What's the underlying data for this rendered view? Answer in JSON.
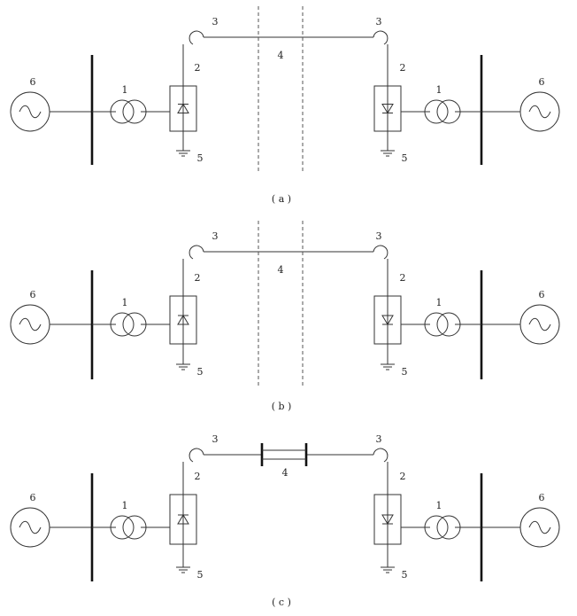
{
  "panels": [
    {
      "caption": "( a )",
      "labels": {
        "transformer": "1",
        "converter": "2",
        "reactor": "3",
        "line": "4",
        "ground": "5",
        "generator": "6"
      },
      "line_type": "overhead"
    },
    {
      "caption": "( b )",
      "labels": {
        "transformer": "1",
        "converter": "2",
        "reactor": "3",
        "line": "4",
        "ground": "5",
        "generator": "6"
      },
      "line_type": "overhead"
    },
    {
      "caption": "( c )",
      "labels": {
        "transformer": "1",
        "converter": "2",
        "reactor": "3",
        "line": "4",
        "ground": "5",
        "generator": "6"
      },
      "line_type": "back-to-back"
    }
  ],
  "colors": {
    "stroke": "#333333",
    "bus": "#111111",
    "background": "#ffffff"
  },
  "icons": [
    "generator-icon",
    "transformer-icon",
    "rectifier-icon",
    "inverter-icon",
    "smoothing-reactor-icon",
    "ground-icon"
  ]
}
